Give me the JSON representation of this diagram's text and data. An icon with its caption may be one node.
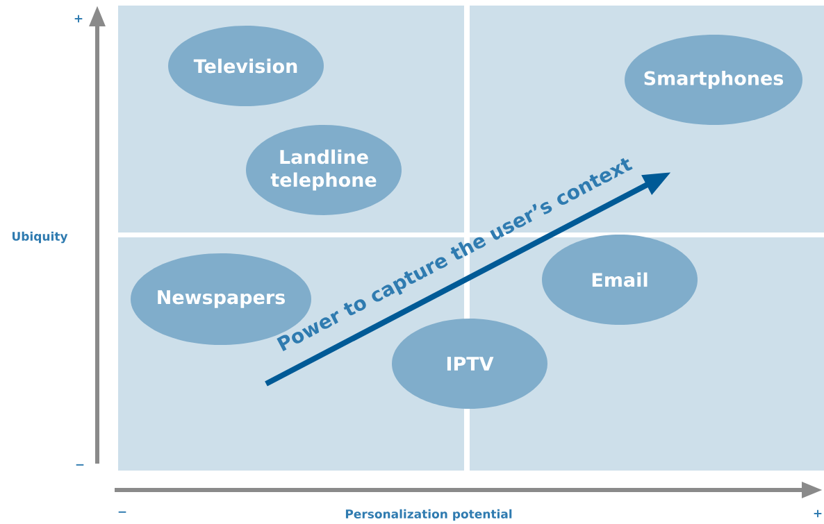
{
  "diagram": {
    "nodes": [
      {
        "text": [
          "Television"
        ]
      },
      {
        "text": [
          "Smartphones"
        ]
      },
      {
        "text": [
          "Landline telephone"
        ]
      },
      {
        "text": [
          "Email"
        ]
      },
      {
        "text": [
          "Newspapers"
        ]
      },
      {
        "text": [
          "IPTV"
        ]
      }
    ],
    "labels": [
      "+",
      "Ubiquity",
      "−",
      "−",
      "Personalization potential",
      "+",
      "Power to capture the user’s context"
    ]
  }
}
